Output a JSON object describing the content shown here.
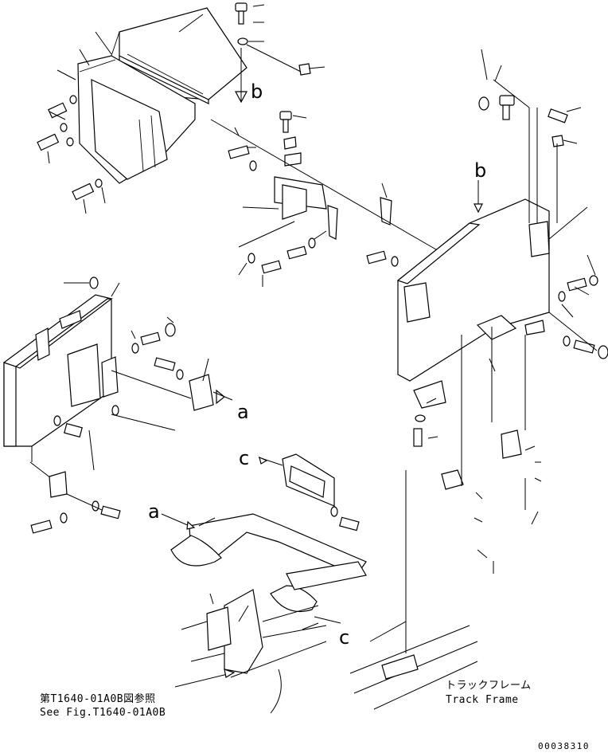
{
  "callouts": {
    "view_a": "a",
    "view_b": "b",
    "view_c": "c"
  },
  "references": {
    "fig_ref_jp": "第T1640-01A0B図参照",
    "fig_ref_en": "See Fig.T1640-01A0B",
    "track_frame_jp": "トラックフレーム",
    "track_frame_en": "Track Frame"
  },
  "drawing_code": "00038310"
}
